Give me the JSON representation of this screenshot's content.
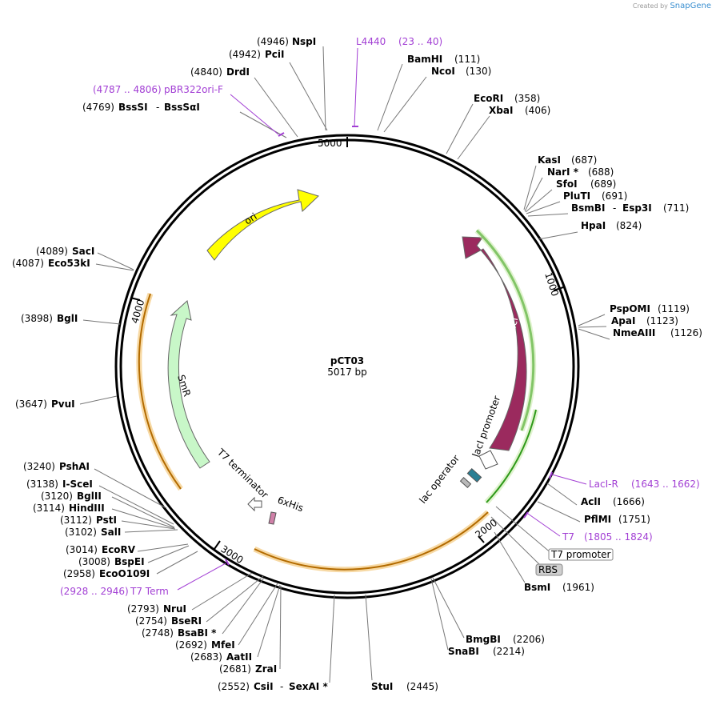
{
  "watermark": {
    "prefix": "Created by",
    "brand": "SnapGene"
  },
  "plasmid": {
    "name": "pCT03",
    "length_label": "5017 bp",
    "length": 5017
  },
  "ticks": [
    "1000",
    "2000",
    "3000",
    "4000",
    "5000"
  ],
  "features": {
    "ori": "ori",
    "smr": "SmR",
    "laci": "lacI",
    "laci_promoter": "lacI promoter",
    "lac_operator": "lac operator",
    "t7_terminator": "T7 terminator",
    "his6": "6xHis",
    "t7_promoter": "T7 promoter",
    "rbs": "RBS"
  },
  "sites_right": [
    {
      "name": "BamHI",
      "pos": "(111)"
    },
    {
      "name": "NcoI",
      "pos": "(130)"
    },
    {
      "name": "EcoRI",
      "pos": "(358)"
    },
    {
      "name": "XbaI",
      "pos": "(406)"
    },
    {
      "name": "KasI",
      "pos": "(687)"
    },
    {
      "name": "NarI *",
      "pos": "(688)"
    },
    {
      "name": "SfoI",
      "pos": "(689)"
    },
    {
      "name": "PluTI",
      "pos": "(691)"
    },
    {
      "name": "BsmBI",
      "dash": "-",
      "name2": "Esp3I",
      "pos": "(711)"
    },
    {
      "name": "HpaI",
      "pos": "(824)"
    },
    {
      "name": "PspOMI",
      "pos": "(1119)"
    },
    {
      "name": "ApaI",
      "pos": "(1123)"
    },
    {
      "name": "NmeAIII",
      "pos": "(1126)"
    },
    {
      "name": "AclI",
      "pos": "(1666)"
    },
    {
      "name": "PflMI",
      "pos": "(1751)"
    },
    {
      "name": "BsmI",
      "pos": "(1961)"
    },
    {
      "name": "BmgBI",
      "pos": "(2206)"
    },
    {
      "name": "SnaBI",
      "pos": "(2214)"
    },
    {
      "name": "StuI",
      "pos": "(2445)"
    }
  ],
  "sites_left": [
    {
      "name": "NspI",
      "pos": "(4946)"
    },
    {
      "name": "PciI",
      "pos": "(4942)"
    },
    {
      "name": "DrdI",
      "pos": "(4840)"
    },
    {
      "name": "BssSI",
      "dash": "-",
      "name2": "BssSαI",
      "pos": "(4769)"
    },
    {
      "name": "SacI",
      "pos": "(4089)"
    },
    {
      "name": "Eco53kI",
      "pos": "(4087)"
    },
    {
      "name": "BglI",
      "pos": "(3898)"
    },
    {
      "name": "PvuI",
      "pos": "(3647)"
    },
    {
      "name": "PshAI",
      "pos": "(3240)"
    },
    {
      "name": "I-SceI",
      "pos": "(3138)"
    },
    {
      "name": "BglII",
      "pos": "(3120)"
    },
    {
      "name": "HindIII",
      "pos": "(3114)"
    },
    {
      "name": "PstI",
      "pos": "(3112)"
    },
    {
      "name": "SalI",
      "pos": "(3102)"
    },
    {
      "name": "EcoRV",
      "pos": "(3014)"
    },
    {
      "name": "BspEI",
      "pos": "(3008)"
    },
    {
      "name": "EcoO109I",
      "pos": "(2958)"
    },
    {
      "name": "NruI",
      "pos": "(2793)"
    },
    {
      "name": "BseRI",
      "pos": "(2754)"
    },
    {
      "name": "BsaBI *",
      "pos": "(2748)"
    },
    {
      "name": "MfeI",
      "pos": "(2692)"
    },
    {
      "name": "AatII",
      "pos": "(2683)"
    },
    {
      "name": "ZraI",
      "pos": "(2681)"
    },
    {
      "name": "CsiI",
      "dash": "-",
      "name2": "SexAI *",
      "pos": "(2552)"
    }
  ],
  "primers": [
    {
      "name": "L4440",
      "range": "(23 .. 40)"
    },
    {
      "name": "pBR322ori-F",
      "range": "(4787 .. 4806)"
    },
    {
      "name": "LacI-R",
      "range": "(1643 .. 1662)"
    },
    {
      "name": "T7",
      "range": "(1805 .. 1824)"
    },
    {
      "name": "T7 Term",
      "range": "(2928 .. 2946)"
    }
  ],
  "colors": {
    "ori": "#ffff00",
    "smr": "#c8f7c8",
    "laci": "#9b2a5e",
    "primer": "#a23fd4",
    "orf_outline": "#d99a1e",
    "green_outline": "#2f9a1a"
  }
}
